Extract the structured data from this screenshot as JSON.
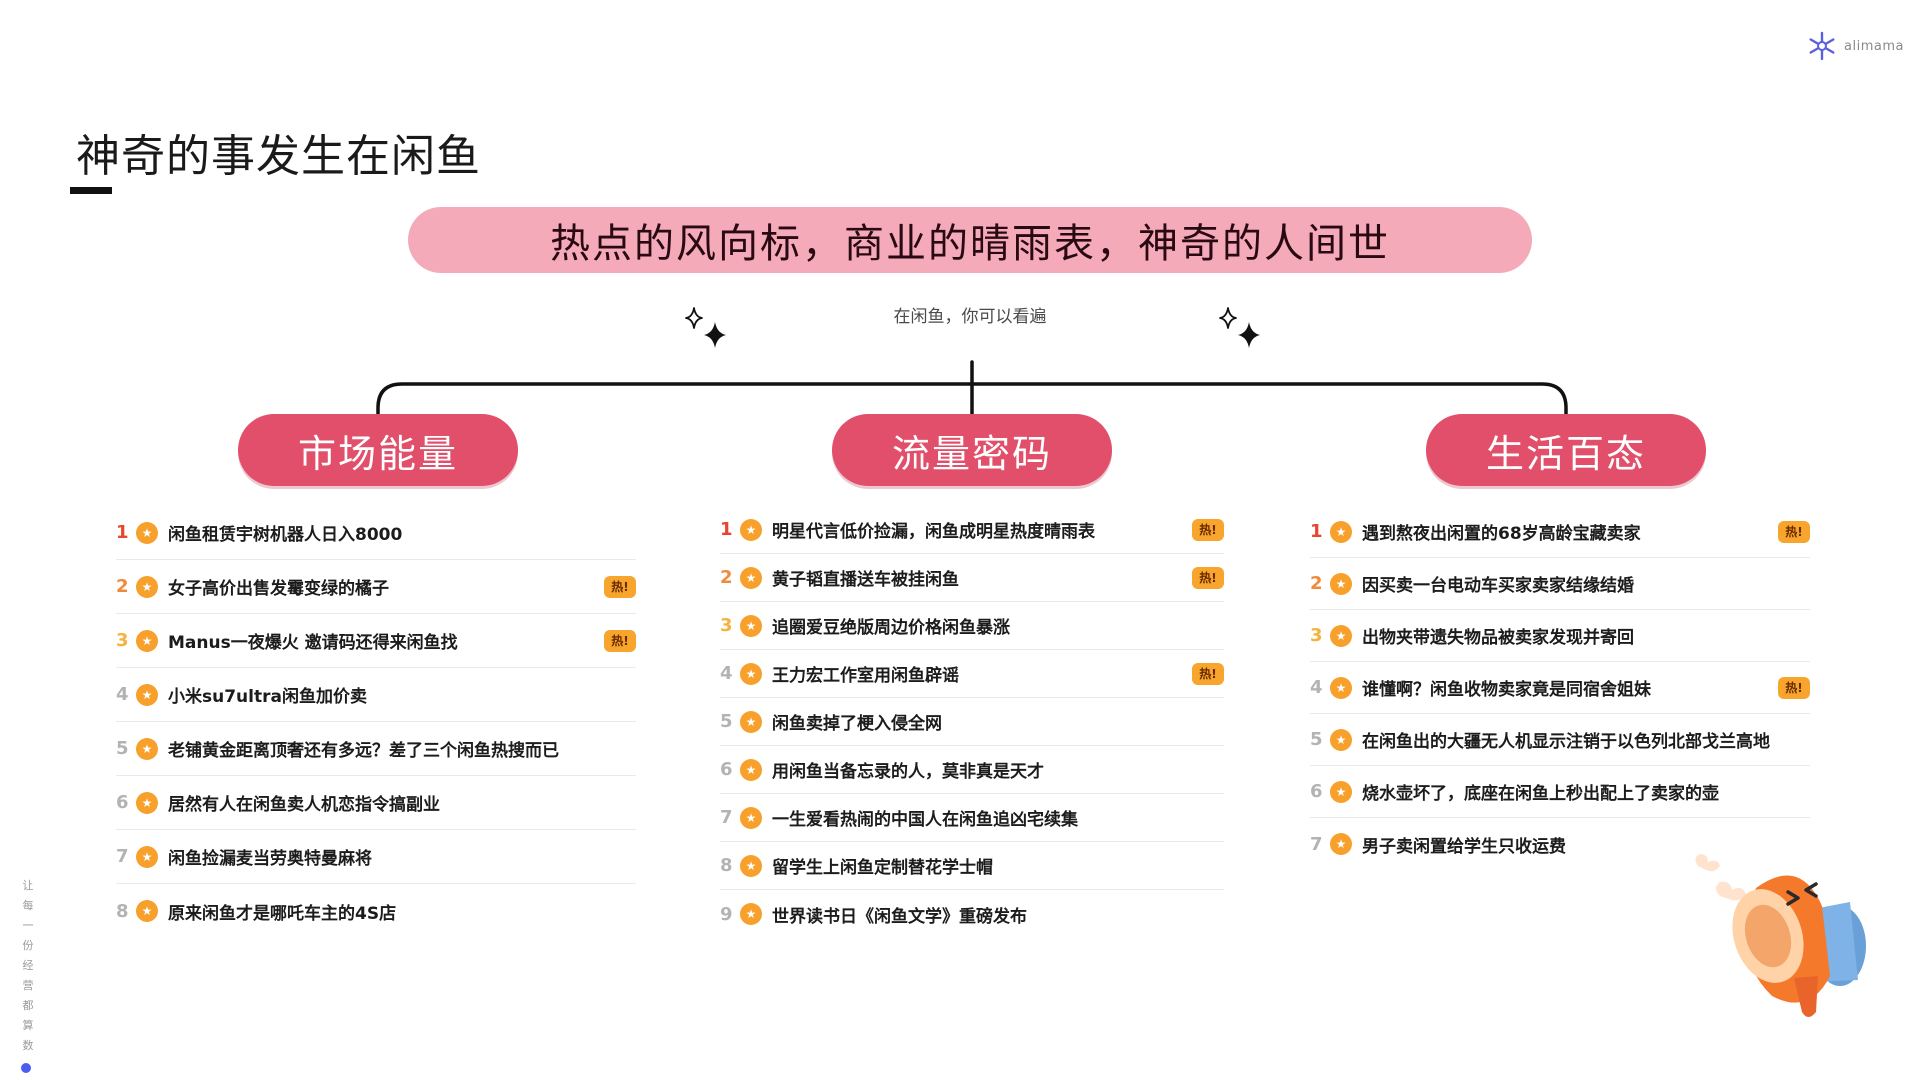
{
  "logo": {
    "text": "alimama",
    "icon": "asterisk-logo-icon"
  },
  "page_title": "神奇的事发生在闲鱼",
  "banner": "热点的风向标，商业的晴雨表，神奇的人间世",
  "subtitle": "在闲鱼，你可以看遍",
  "hot_label": "热!",
  "colors": {
    "pill": "#e14f6b",
    "banner": "#f4aab8",
    "fire": "#f7a02b",
    "rank1": "#e8452e",
    "rank2": "#f08a3a",
    "rank3": "#f6b23f"
  },
  "categories": [
    {
      "label": "市场能量",
      "items": [
        {
          "rank": "1",
          "text": "闲鱼租赁宇树机器人日入8000",
          "hot": false
        },
        {
          "rank": "2",
          "text": "女子高价出售发霉变绿的橘子",
          "hot": true
        },
        {
          "rank": "3",
          "text": "Manus一夜爆火 邀请码还得来闲鱼找",
          "hot": true
        },
        {
          "rank": "4",
          "text": "小米su7ultra闲鱼加价卖",
          "hot": false
        },
        {
          "rank": "5",
          "text": "老铺黄金距离顶奢还有多远？差了三个闲鱼热搜而已",
          "hot": false
        },
        {
          "rank": "6",
          "text": "居然有人在闲鱼卖人机恋指令搞副业",
          "hot": false
        },
        {
          "rank": "7",
          "text": "闲鱼捡漏麦当劳奥特曼麻将",
          "hot": false
        },
        {
          "rank": "8",
          "text": "原来闲鱼才是哪吒车主的4S店",
          "hot": false
        }
      ]
    },
    {
      "label": "流量密码",
      "items": [
        {
          "rank": "1",
          "text": "明星代言低价捡漏，闲鱼成明星热度晴雨表",
          "hot": true
        },
        {
          "rank": "2",
          "text": "黄子韬直播送车被挂闲鱼",
          "hot": true
        },
        {
          "rank": "3",
          "text": "追圈爱豆绝版周边价格闲鱼暴涨",
          "hot": false
        },
        {
          "rank": "4",
          "text": "王力宏工作室用闲鱼辟谣",
          "hot": true
        },
        {
          "rank": "5",
          "text": "闲鱼卖掉了梗入侵全网",
          "hot": false
        },
        {
          "rank": "6",
          "text": "用闲鱼当备忘录的人，莫非真是天才",
          "hot": false
        },
        {
          "rank": "7",
          "text": "一生爱看热闹的中国人在闲鱼追凶宅续集",
          "hot": false
        },
        {
          "rank": "8",
          "text": "留学生上闲鱼定制替花学士帽",
          "hot": false
        },
        {
          "rank": "9",
          "text": "世界读书日《闲鱼文学》重磅发布",
          "hot": false
        }
      ]
    },
    {
      "label": "生活百态",
      "items": [
        {
          "rank": "1",
          "text": "遇到熬夜出闲置的68岁高龄宝藏卖家",
          "hot": true
        },
        {
          "rank": "2",
          "text": "因买卖一台电动车买家卖家结缘结婚",
          "hot": false
        },
        {
          "rank": "3",
          "text": "出物夹带遗失物品被卖家发现并寄回",
          "hot": false
        },
        {
          "rank": "4",
          "text": "谁懂啊？闲鱼收物卖家竟是同宿舍姐妹",
          "hot": true
        },
        {
          "rank": "5",
          "text": "在闲鱼出的大疆无人机显示注销于以色列北部戈兰高地",
          "hot": false
        },
        {
          "rank": "6",
          "text": "烧水壶坏了，底座在闲鱼上秒出配上了卖家的壶",
          "hot": false
        },
        {
          "rank": "7",
          "text": "男子卖闲置给学生只收运费",
          "hot": false
        }
      ]
    }
  ],
  "side_text": "让每一份经营都算数"
}
